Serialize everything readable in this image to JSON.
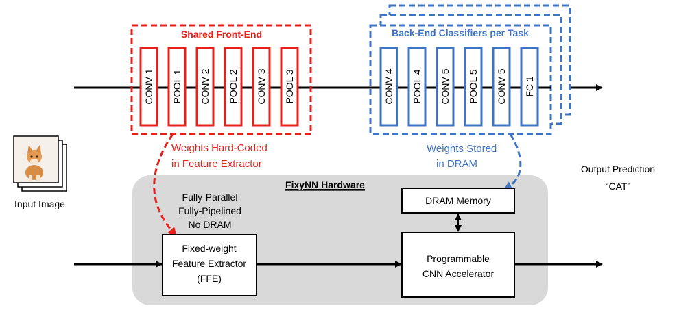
{
  "colors": {
    "frontend": "#e8201c",
    "backend": "#3f74c4",
    "hardware_bg": "#d9d9d9",
    "line": "#000000"
  },
  "frontend": {
    "title": "Shared Front-End",
    "layers": [
      "CONV 1",
      "POOL 1",
      "CONV 2",
      "POOL 2",
      "CONV 3",
      "POOL 3"
    ]
  },
  "backend": {
    "title": "Back-End Classifiers per Task",
    "layers": [
      "CONV 4",
      "POOL 4",
      "CONV 5",
      "POOL 5",
      "CONV 5",
      "FC 1"
    ]
  },
  "weights_hard_coded": [
    "Weights Hard-Coded",
    "in Feature Extractor"
  ],
  "weights_stored": [
    "Weights Stored",
    "in DRAM"
  ],
  "input_label": "Input Image",
  "input_icon": "cat-photo-stack-icon",
  "output": {
    "label": "Output Prediction",
    "value": "“CAT”"
  },
  "hardware": {
    "title": "FixyNN Hardware",
    "notes": [
      "Fully-Parallel",
      "Fully-Pipelined",
      "No DRAM"
    ],
    "ffe_lines": [
      "Fixed-weight",
      "Feature Extractor",
      "(FFE)"
    ],
    "dram_label": "DRAM Memory",
    "accel_lines": [
      "Programmable",
      "CNN Accelerator"
    ]
  }
}
